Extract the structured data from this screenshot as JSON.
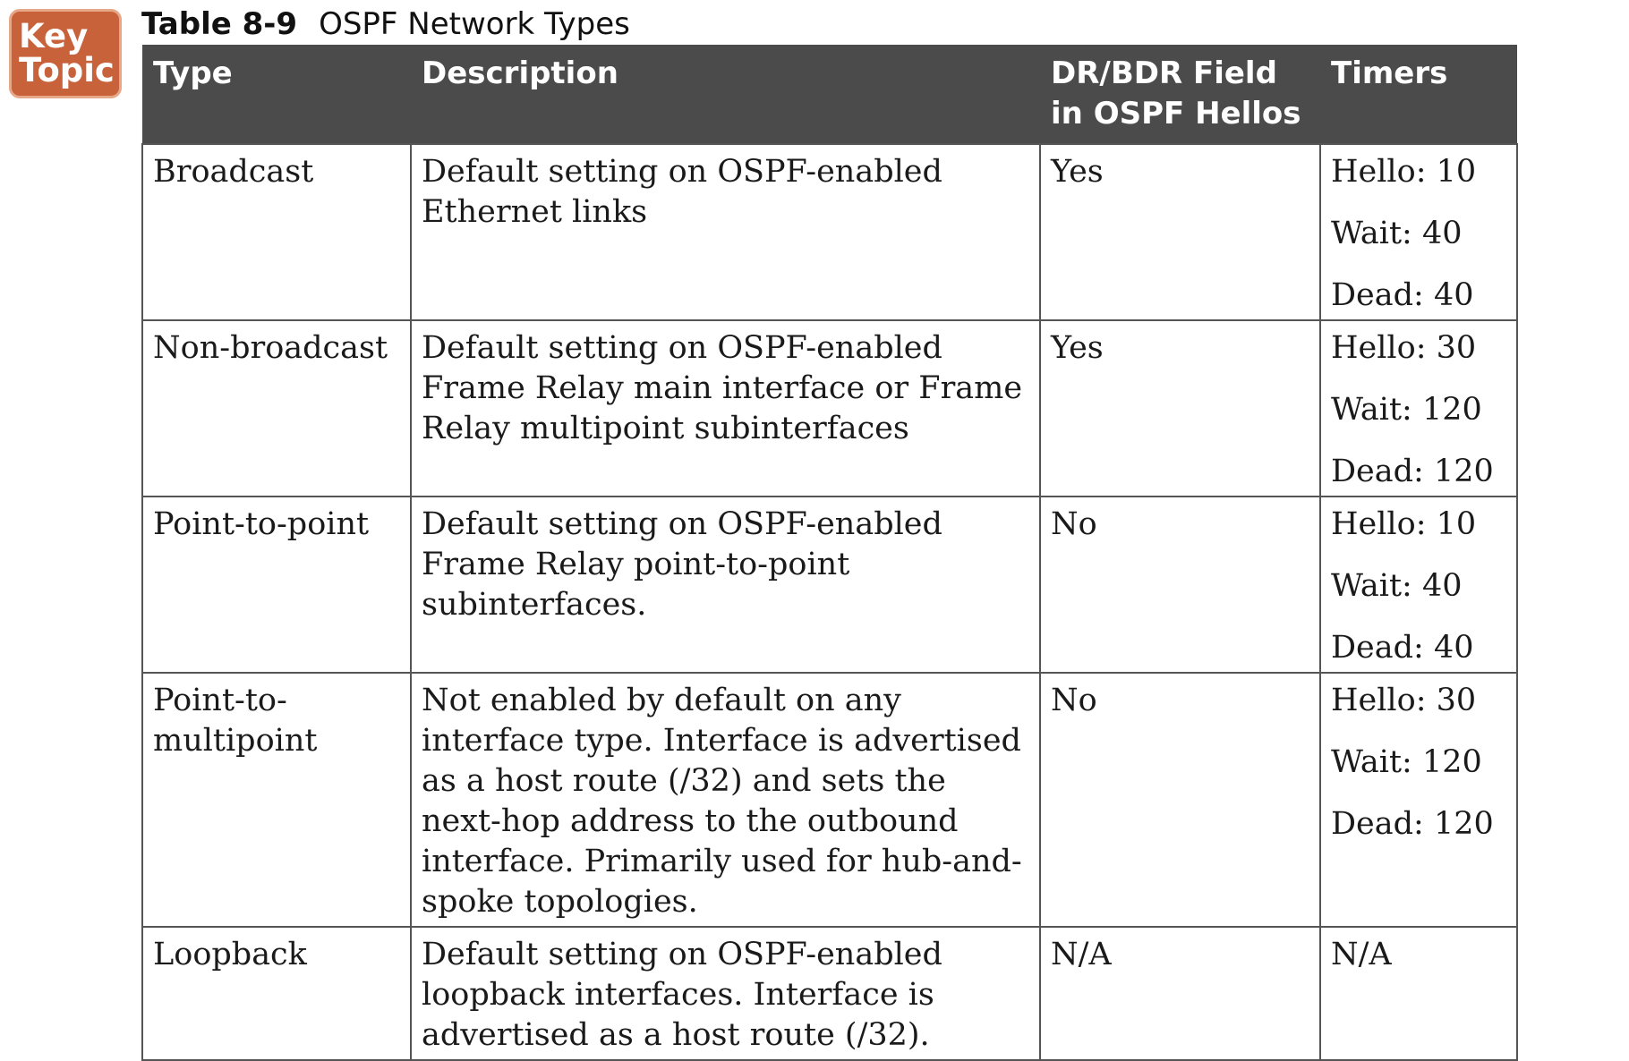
{
  "badge": {
    "line1": "Key",
    "line2": "Topic"
  },
  "caption": {
    "number": "Table 8-9",
    "title": "OSPF Network Types"
  },
  "table": {
    "headers": {
      "type": "Type",
      "description": "Description",
      "drbdr_line1": "DR/BDR Field",
      "drbdr_line2": "in OSPF Hellos",
      "timers": "Timers"
    },
    "rows": [
      {
        "type": "Broadcast",
        "description": "Default setting on OSPF-enabled Ethernet links",
        "drbdr": "Yes",
        "timers": [
          "Hello: 10",
          "Wait: 40",
          "Dead: 40"
        ]
      },
      {
        "type": "Non-broadcast",
        "description": "Default setting on OSPF-enabled Frame Relay main interface or Frame Relay multipoint subinterfaces",
        "drbdr": "Yes",
        "timers": [
          "Hello: 30",
          "Wait: 120",
          "Dead: 120"
        ]
      },
      {
        "type": "Point-to-point",
        "description": "Default setting on OSPF-enabled Frame Relay point-to-point subinterfaces.",
        "drbdr": "No",
        "timers": [
          "Hello: 10",
          "Wait: 40",
          "Dead: 40"
        ]
      },
      {
        "type": "Point-to-multipoint",
        "description": "Not enabled by default on any interface type. Interface is advertised as a host route (/32) and sets the next-hop address to the outbound interface. Primarily used for hub-and-spoke topologies.",
        "drbdr": "No",
        "timers": [
          "Hello: 30",
          "Wait: 120",
          "Dead: 120"
        ]
      },
      {
        "type": "Loopback",
        "description": "Default setting on OSPF-enabled loopback interfaces. Interface is advertised as a host route (/32).",
        "drbdr": "N/A",
        "timers_text": "N/A"
      }
    ]
  }
}
